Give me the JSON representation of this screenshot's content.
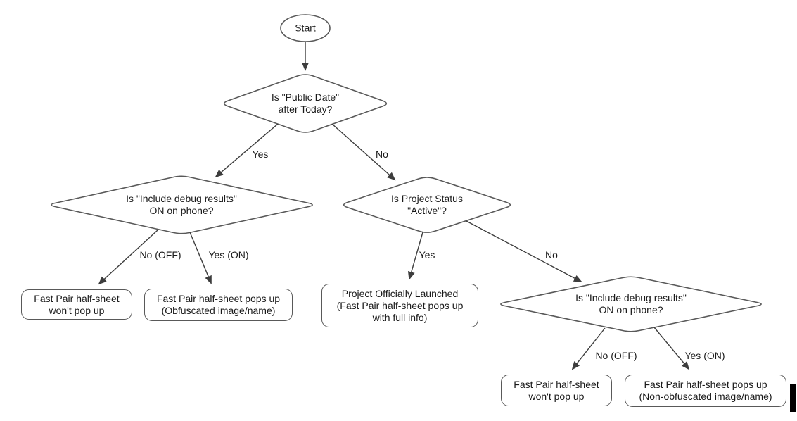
{
  "diagram": {
    "start_label": "Start",
    "decisions": {
      "public_date": "Is \"Public Date\"\nafter Today?",
      "debug_left": "Is \"Include debug results\"\nON on phone?",
      "project_status": "Is Project Status\n\"Active\"?",
      "debug_right": "Is \"Include debug results\"\nON on phone?"
    },
    "outcomes": {
      "no_popup_left": "Fast Pair half-sheet\nwon't pop up",
      "obfuscated": "Fast Pair half-sheet pops up\n(Obfuscated image/name)",
      "launched": "Project Officially Launched\n(Fast Pair half-sheet pops up\nwith full info)",
      "no_popup_right": "Fast Pair half-sheet\nwon't pop up",
      "non_obfuscated": "Fast Pair half-sheet pops up\n(Non-obfuscated image/name)"
    },
    "edges": {
      "d1_yes": "Yes",
      "d1_no": "No",
      "d2_no": "No (OFF)",
      "d2_yes": "Yes (ON)",
      "d3_yes": "Yes",
      "d3_no": "No",
      "d4_no": "No (OFF)",
      "d4_yes": "Yes (ON)"
    },
    "colors": {
      "outline": "#595959",
      "arrow": "#3d3d3d",
      "text": "#1a1a1a",
      "background": "#ffffff",
      "cursor": "#000000"
    }
  }
}
